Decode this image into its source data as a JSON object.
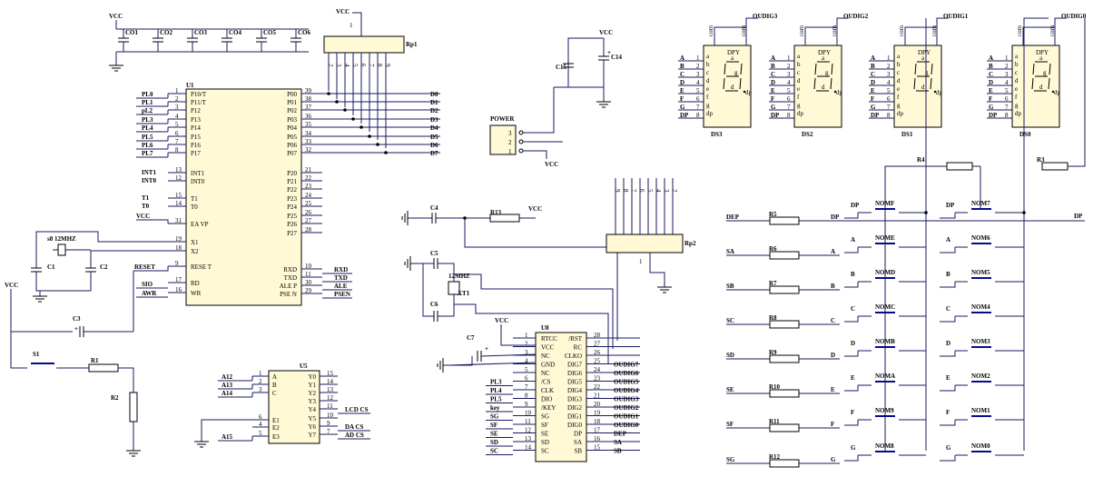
{
  "labels": {
    "vcc": "VCC",
    "pl": [
      "PL0",
      "PL1",
      "pL2",
      "PL3",
      "PL4",
      "PL5",
      "PL6",
      "PL7"
    ],
    "power": "POWER",
    "oscillator": "12MHZ",
    "osc_u1": "s8 12MHZ",
    "rp1": "Rp1",
    "rp2": "Rp2",
    "dpy": "DPY",
    "d_bus": [
      "D0",
      "D1",
      "D2",
      "D3",
      "D4",
      "D5",
      "D6",
      "D7"
    ],
    "int1": "INT1",
    "int0": "INT0",
    "t1": "T1",
    "t0": "T0",
    "reset": "RESET",
    "sio": "SIO",
    "awr": "AWR"
  },
  "u1": {
    "ref": "U1",
    "left_pins": [
      {
        "num": "1",
        "name": "P10/T"
      },
      {
        "num": "2",
        "name": "P11/T"
      },
      {
        "num": "3",
        "name": "P12"
      },
      {
        "num": "4",
        "name": "P13"
      },
      {
        "num": "5",
        "name": "P14"
      },
      {
        "num": "6",
        "name": "P15"
      },
      {
        "num": "7",
        "name": "P16"
      },
      {
        "num": "8",
        "name": "P17"
      },
      {
        "num": "13",
        "name": "INT1"
      },
      {
        "num": "12",
        "name": "INT0"
      },
      {
        "num": "15",
        "name": "T1"
      },
      {
        "num": "14",
        "name": "T0"
      },
      {
        "num": "31",
        "name": "EA VP"
      },
      {
        "num": "19",
        "name": "X1"
      },
      {
        "num": "18",
        "name": "X2"
      },
      {
        "num": "9",
        "name": "RESE T"
      },
      {
        "num": "17",
        "name": "RD"
      },
      {
        "num": "16",
        "name": "WR"
      }
    ],
    "right_pins": [
      {
        "num": "39",
        "name": "P00"
      },
      {
        "num": "38",
        "name": "P01"
      },
      {
        "num": "37",
        "name": "P02"
      },
      {
        "num": "36",
        "name": "P03"
      },
      {
        "num": "35",
        "name": "P04"
      },
      {
        "num": "34",
        "name": "P05"
      },
      {
        "num": "33",
        "name": "P06"
      },
      {
        "num": "32",
        "name": "P07"
      },
      {
        "num": "21",
        "name": "P20"
      },
      {
        "num": "22",
        "name": "P21"
      },
      {
        "num": "23",
        "name": "P22"
      },
      {
        "num": "24",
        "name": "P23"
      },
      {
        "num": "25",
        "name": "P24"
      },
      {
        "num": "26",
        "name": "P25"
      },
      {
        "num": "27",
        "name": "P26"
      },
      {
        "num": "28",
        "name": "P27"
      },
      {
        "num": "10",
        "name": "RXD"
      },
      {
        "num": "11",
        "name": "TXD"
      },
      {
        "num": "30",
        "name": "ALE P"
      },
      {
        "num": "29",
        "name": "PSE N"
      }
    ],
    "serial_nets": [
      "RXD",
      "TXD",
      "ALE",
      "PSEN"
    ]
  },
  "u5": {
    "ref": "U5",
    "left_pins": [
      {
        "num": "1",
        "name": "A"
      },
      {
        "num": "2",
        "name": "B"
      },
      {
        "num": "3",
        "name": "C"
      },
      {
        "num": "6",
        "name": "E1"
      },
      {
        "num": "4",
        "name": "E2"
      },
      {
        "num": "5",
        "name": "E3"
      }
    ],
    "right_pins": [
      {
        "num": "15",
        "name": "Y0"
      },
      {
        "num": "14",
        "name": "Y1"
      },
      {
        "num": "13",
        "name": "Y2"
      },
      {
        "num": "12",
        "name": "Y3"
      },
      {
        "num": "11",
        "name": "Y4"
      },
      {
        "num": "10",
        "name": "Y5"
      },
      {
        "num": "9",
        "name": "Y6"
      },
      {
        "num": "7",
        "name": "Y7"
      }
    ],
    "addr_nets": [
      "A12",
      "A13",
      "A14",
      "A15"
    ],
    "out_nets": [
      "LCD CS",
      "DA CS",
      "AD CS"
    ]
  },
  "u8": {
    "ref": "U8",
    "left_pins": [
      {
        "num": "1",
        "name": "RTCC"
      },
      {
        "num": "2",
        "name": "VCC"
      },
      {
        "num": "3",
        "name": "NC"
      },
      {
        "num": "4",
        "name": "GND"
      },
      {
        "num": "5",
        "name": "NC"
      },
      {
        "num": "6",
        "name": "/CS"
      },
      {
        "num": "7",
        "name": "CLK"
      },
      {
        "num": "8",
        "name": "DIO"
      },
      {
        "num": "9",
        "name": "/KEY"
      },
      {
        "num": "10",
        "name": "SG"
      },
      {
        "num": "11",
        "name": "SF"
      },
      {
        "num": "12",
        "name": "SE"
      },
      {
        "num": "13",
        "name": "SD"
      },
      {
        "num": "14",
        "name": "SC"
      }
    ],
    "right_pins": [
      {
        "num": "28",
        "name": "/RST"
      },
      {
        "num": "27",
        "name": "RC"
      },
      {
        "num": "26",
        "name": "CLKO"
      },
      {
        "num": "25",
        "name": "DIG7"
      },
      {
        "num": "24",
        "name": "DIG6"
      },
      {
        "num": "23",
        "name": "DIG5"
      },
      {
        "num": "22",
        "name": "DIG4"
      },
      {
        "num": "21",
        "name": "DIG3"
      },
      {
        "num": "20",
        "name": "DIG2"
      },
      {
        "num": "19",
        "name": "DIG1"
      },
      {
        "num": "18",
        "name": "DIG0"
      },
      {
        "num": "17",
        "name": "DP"
      },
      {
        "num": "16",
        "name": "SA"
      },
      {
        "num": "15",
        "name": "SB"
      }
    ],
    "left_nets": [
      "PL3",
      "PL4",
      "PL5",
      "key",
      "SG",
      "SF",
      "SE",
      "SD",
      "SC"
    ],
    "right_nets": [
      "OUDIG7",
      "OUDIG6",
      "OUDIG5",
      "OUDIG4",
      "OUDIG3",
      "OUDIG2",
      "OUDIG1",
      "OUDIG0",
      "DEP",
      "SA",
      "SB"
    ]
  },
  "capacitors": {
    "decoupling": [
      "CO1",
      "CO2",
      "CO3",
      "CO4",
      "CO5",
      "CO6"
    ],
    "c1": "C1",
    "c2": "C2",
    "c3": "C3",
    "c4": "C4",
    "c5": "C5",
    "c6": "C6",
    "c7": "C7",
    "c14": "C14",
    "c15": "C15"
  },
  "resistors": {
    "r1": "R1",
    "r2": "R2",
    "r3": "R3",
    "r4": "R4",
    "r13": "R13"
  },
  "parts": {
    "s1": "S1",
    "xt1": "XT1"
  },
  "displays": [
    {
      "ref": "DS3",
      "dig": "OUDIG3"
    },
    {
      "ref": "DS2",
      "dig": "OUDIG2"
    },
    {
      "ref": "DS1",
      "dig": "OUDIG1"
    },
    {
      "ref": "DS0",
      "dig": "OUDIG0"
    }
  ],
  "display_pins": [
    {
      "num": "1",
      "name": "A"
    },
    {
      "num": "2",
      "name": "B"
    },
    {
      "num": "3",
      "name": "C"
    },
    {
      "num": "4",
      "name": "D"
    },
    {
      "num": "5",
      "name": "E"
    },
    {
      "num": "6",
      "name": "F"
    },
    {
      "num": "7",
      "name": "G"
    },
    {
      "num": "8",
      "name": "DP"
    }
  ],
  "keypad": {
    "rows": [
      {
        "net": "DEP",
        "res": "R5",
        "end": "DP"
      },
      {
        "net": "SA",
        "res": "R6",
        "end": "A"
      },
      {
        "net": "SB",
        "res": "R7",
        "end": "B"
      },
      {
        "net": "SC",
        "res": "R8",
        "end": "C"
      },
      {
        "net": "SD",
        "res": "R9",
        "end": "D"
      },
      {
        "net": "SE",
        "res": "R10",
        "end": "E"
      },
      {
        "net": "SF",
        "res": "R11",
        "end": "F"
      },
      {
        "net": "SG",
        "res": "R12",
        "end": "G"
      }
    ],
    "col_left": [
      "NOMF",
      "NOME",
      "NOMD",
      "NOMC",
      "NOMB",
      "NOMA",
      "NOM9",
      "NOM8"
    ],
    "col_right": [
      "NOM7",
      "NOM6",
      "NOM5",
      "NOM4",
      "NOM3",
      "NOM2",
      "NOM1",
      "NOM0"
    ]
  }
}
